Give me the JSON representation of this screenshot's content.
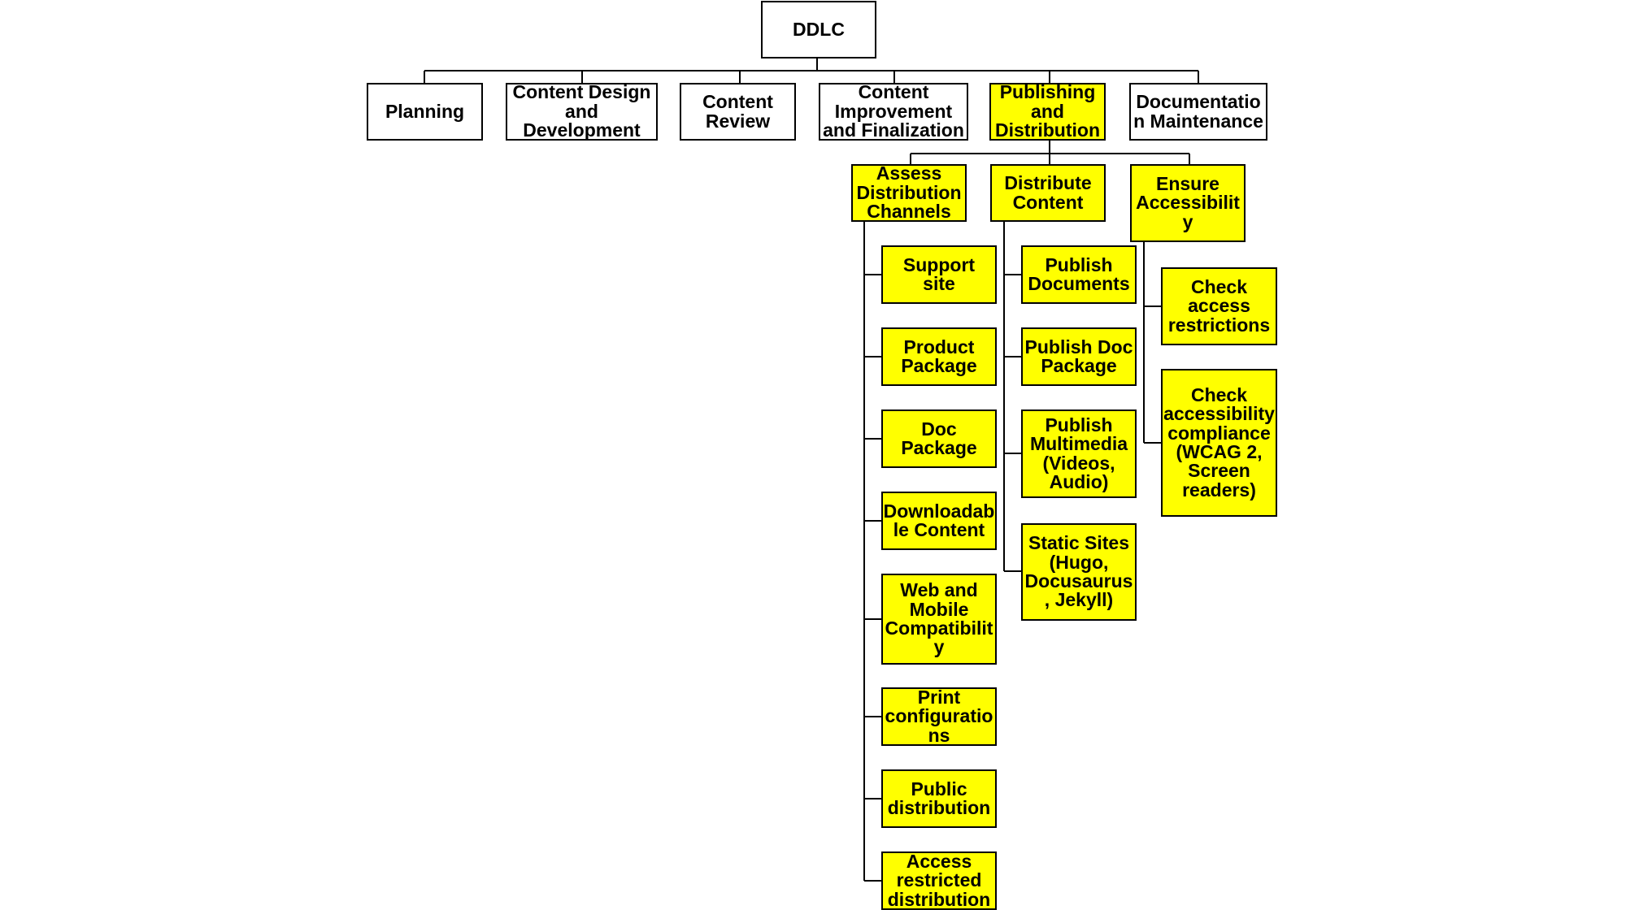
{
  "colors": {
    "highlight": "#ffff00",
    "default": "#ffffff",
    "line": "#000000"
  },
  "root": {
    "label": "DDLC"
  },
  "phases": [
    {
      "label": "Planning",
      "highlighted": false
    },
    {
      "label": "Content Design\nand\nDevelopment",
      "highlighted": false
    },
    {
      "label": "Content\nReview",
      "highlighted": false
    },
    {
      "label": "Content\nImprovement\nand Finalization",
      "highlighted": false
    },
    {
      "label": "Publishing\nand\nDistribution",
      "highlighted": true
    },
    {
      "label": "Documentatio\nn Maintenance",
      "highlighted": false
    }
  ],
  "publishing": {
    "groups": [
      {
        "label": "Assess\nDistribution\nChannels",
        "items": [
          "Support site",
          "Product\nPackage",
          "Doc\nPackage",
          "Downloadab\nle Content",
          "Web and\nMobile\nCompatibilit\ny",
          "Print\nconfiguratio\nns",
          "Public\ndistribution",
          "Access\nrestricted\ndistribution"
        ]
      },
      {
        "label": "Distribute\nContent",
        "items": [
          "Publish\nDocuments",
          "Publish Doc\nPackage",
          "Publish\nMultimedia\n(Videos,\nAudio)",
          "Static Sites\n(Hugo,\nDocusaurus\n, Jekyll)"
        ]
      },
      {
        "label": "Ensure\nAccessibilit\ny",
        "items": [
          "Check\naccess\nrestrictions",
          "Check\naccessibility\ncompliance\n(WCAG 2,\nScreen\nreaders)"
        ]
      }
    ]
  }
}
